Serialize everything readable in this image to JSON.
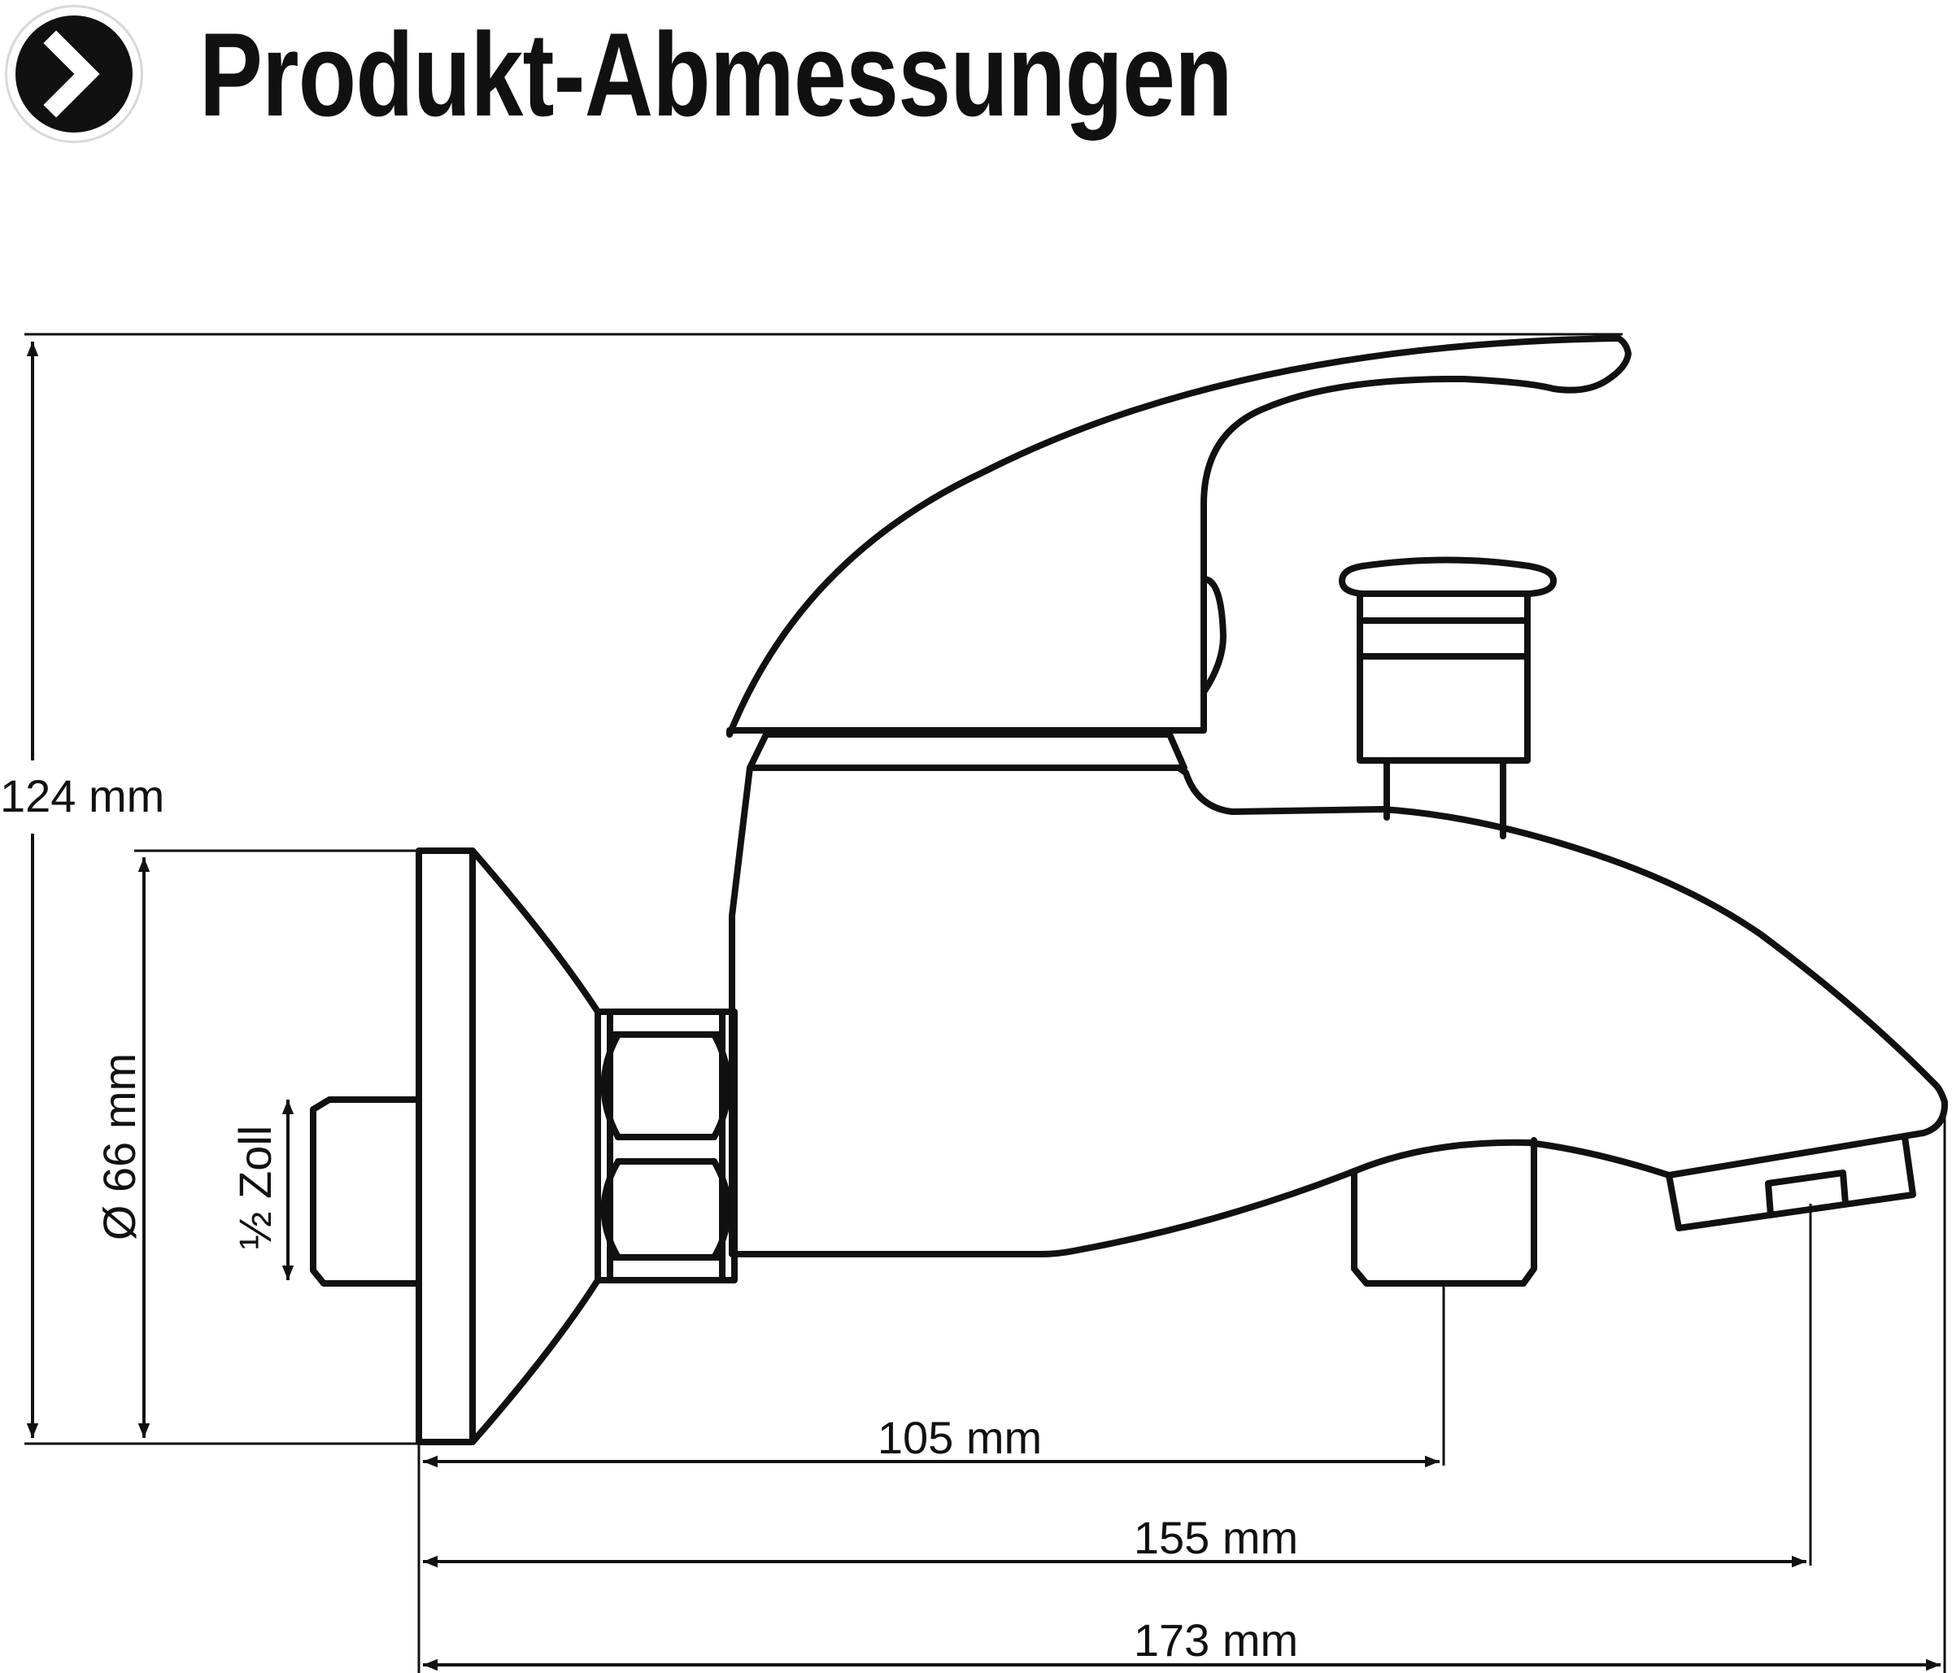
{
  "header": {
    "title": "Produkt-Abmessungen",
    "icon": "chevron-right-icon"
  },
  "dimensions": {
    "height": "124 mm",
    "diameter": "Ø 66 mm",
    "thread": "½ Zoll",
    "length_1": "105 mm",
    "length_2": "155 mm",
    "length_3": "173 mm"
  },
  "colors": {
    "line": "#111111",
    "background": "#ffffff"
  }
}
